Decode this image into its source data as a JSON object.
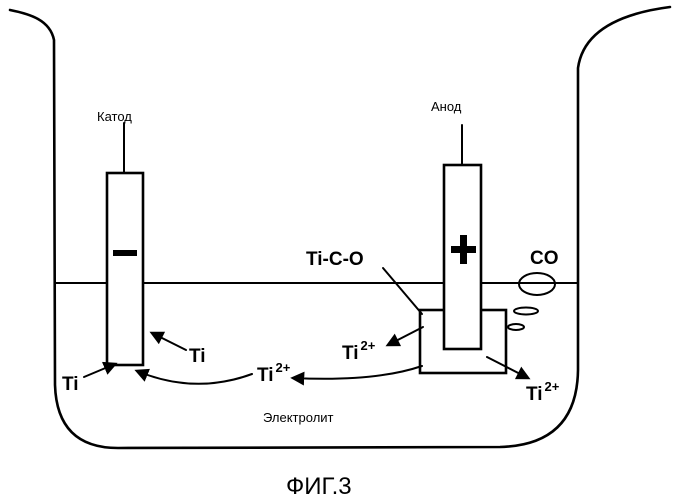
{
  "figure": {
    "caption": "ФИГ.3",
    "colors": {
      "ink": "#000000",
      "background": "#ffffff"
    }
  },
  "labels": {
    "cathode": "Катод",
    "anode": "Анод",
    "electrolyte": "Электролит",
    "cathode_sign": "−",
    "anode_sign": "+",
    "layer": "Ti-C-O",
    "gas": "CO"
  },
  "species": [
    {
      "id": "ti-cathode-right",
      "base": "Ti",
      "charge": ""
    },
    {
      "id": "ti-cathode-bottom",
      "base": "Ti",
      "charge": ""
    },
    {
      "id": "ti2-middle",
      "base": "Ti",
      "charge": "2+"
    },
    {
      "id": "ti2-anode-left",
      "base": "Ti",
      "charge": "2+"
    },
    {
      "id": "ti2-anode-right",
      "base": "Ti",
      "charge": "2+"
    }
  ]
}
